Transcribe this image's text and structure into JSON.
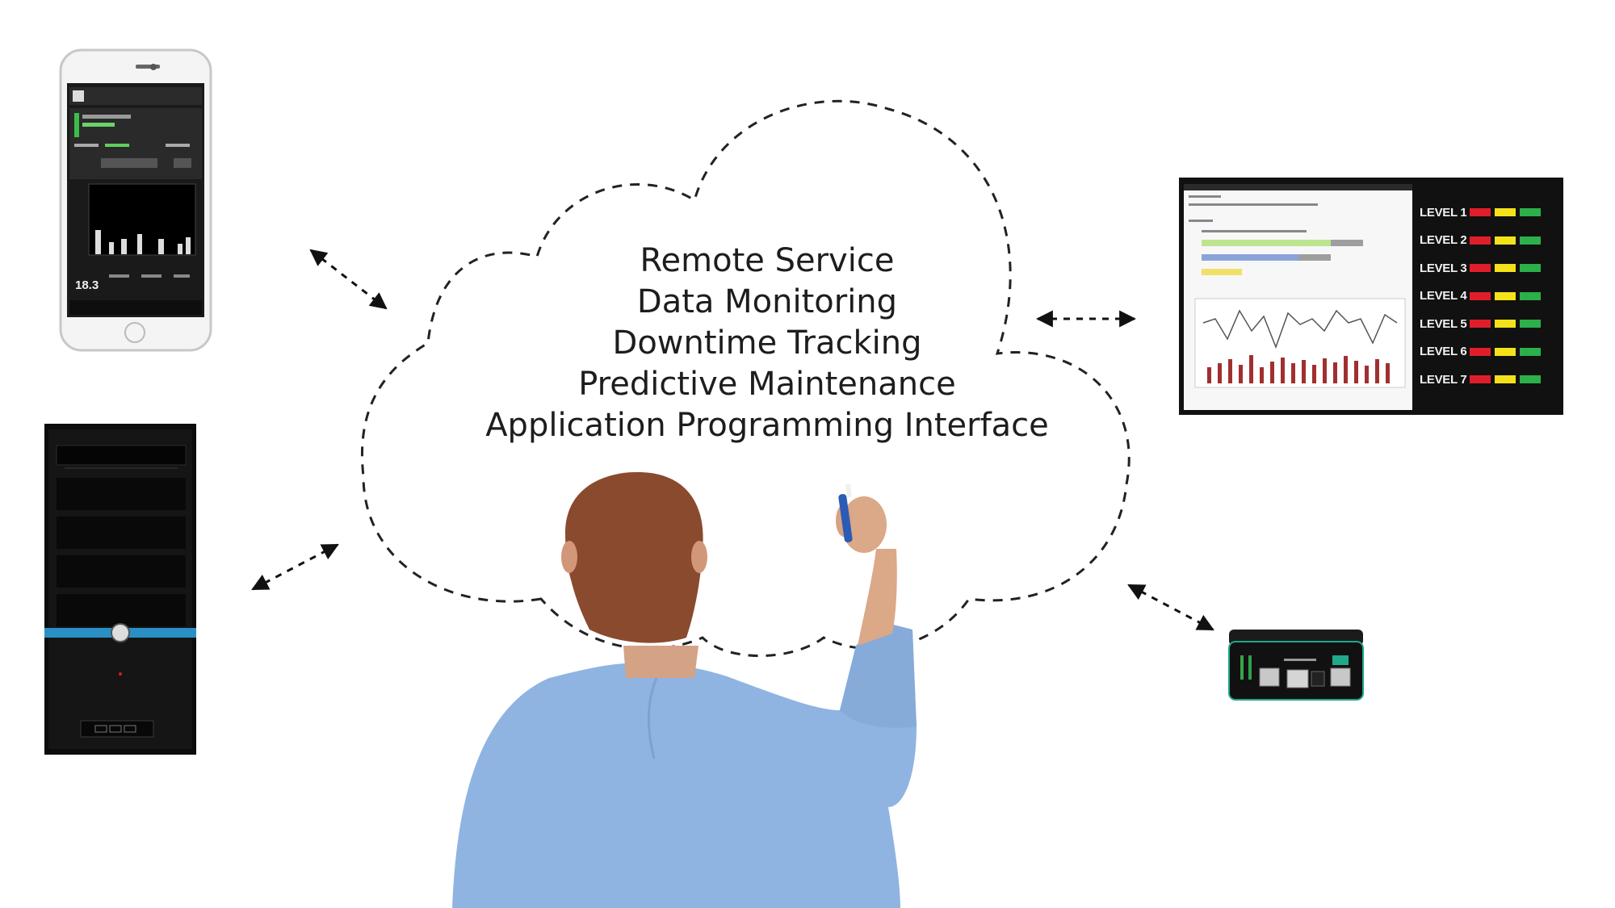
{
  "cloud": {
    "services": [
      "Remote Service",
      "Data Monitoring",
      "Downtime Tracking",
      "Predictive Maintenance",
      "Application Programming Interface"
    ]
  },
  "monitor": {
    "levels": [
      "LEVEL 1",
      "LEVEL 2",
      "LEVEL 3",
      "LEVEL 4",
      "LEVEL 5",
      "LEVEL 6",
      "LEVEL 7"
    ]
  },
  "phone": {
    "value": "18.3"
  },
  "colors": {
    "level_red": "#e01e2b",
    "level_yellow": "#f3e21a",
    "level_green": "#2bb04a",
    "gateway_accent": "#1fa98a",
    "tower_stripe": "#2a8fc4",
    "shirt": "#8fb4e2"
  }
}
